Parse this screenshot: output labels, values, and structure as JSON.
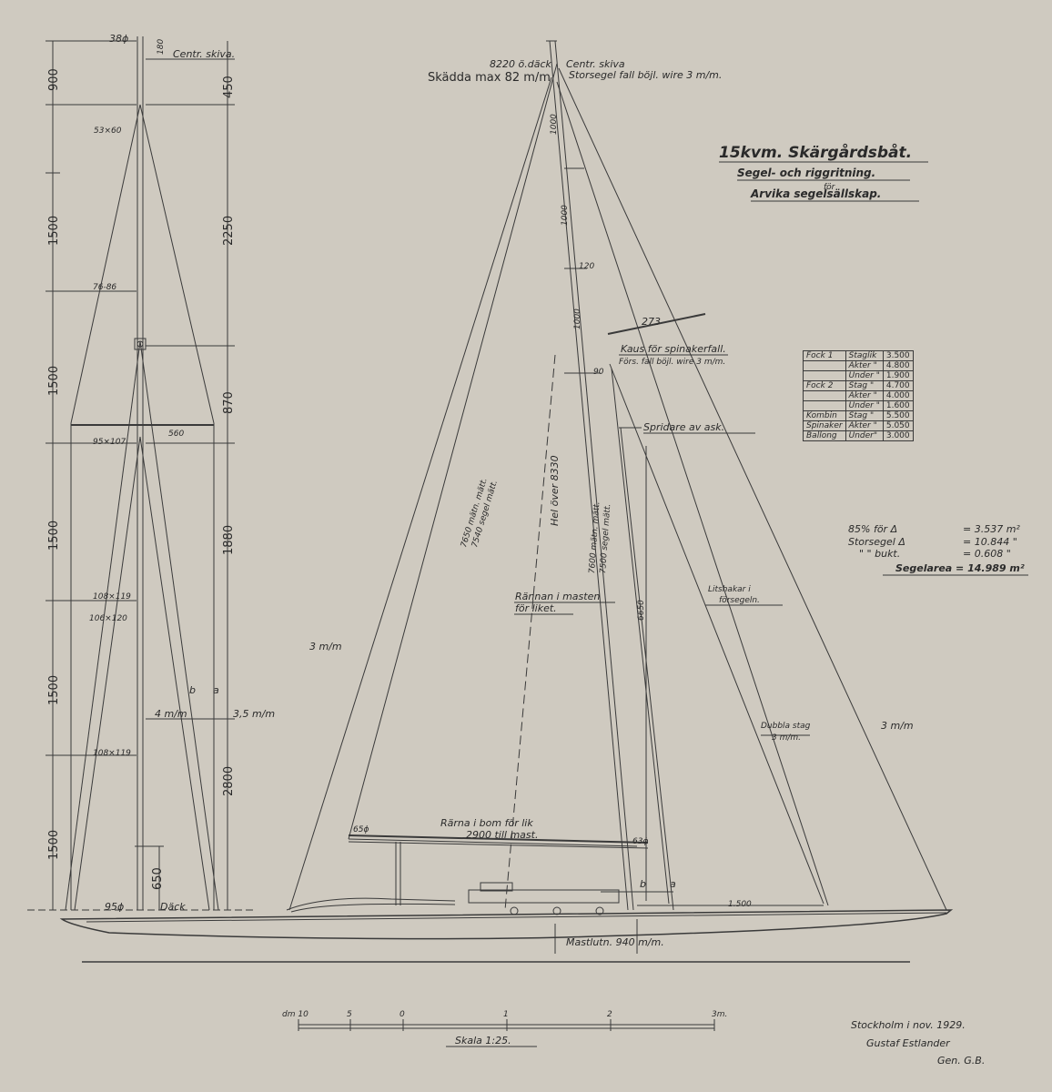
{
  "title": {
    "line1": "15kvm. Skärgårdsbåt.",
    "line2": "Segel- och riggritning.",
    "line3": "för",
    "line4": "Arvika segelsällskap."
  },
  "front_view": {
    "top_label": "38ϕ",
    "top_small": "180",
    "centr_skiva": "Centr. skiva.",
    "heights_left": [
      "900",
      "1500",
      "1500",
      "1500",
      "1500",
      "1500"
    ],
    "heights_right": [
      "450",
      "2250",
      "870",
      "1880",
      "2800",
      "650"
    ],
    "sections": [
      "53×60",
      "76-86",
      "95×107",
      "108×119",
      "106×120",
      "108×119"
    ],
    "spreader": "560",
    "wire_left": "4 m/m",
    "wire_right": "3,5 m/m",
    "mark_b": "b",
    "mark_a": "a",
    "base_dia": "95ϕ",
    "deck": "Däck"
  },
  "side_view": {
    "top1": "8220 ö.däck",
    "top2": "Centr. skiva",
    "top3": "Skädda max 82 m/m",
    "top4": "Storsegel fall böjl. wire 3 m/m.",
    "mast_dims": [
      "1000",
      "1000",
      "1000"
    ],
    "d120": "120",
    "d90": "90",
    "spreader_len": "273",
    "kaus": "Kaus för spinakerfall.",
    "fors_fall": "Förs. fall böjl. wire 3 m/m.",
    "spridare": "Spridare av ask.",
    "hel_over": "Hel över 8330",
    "luff1": "7650 mätn. mätt.",
    "luff2": "7540 segel mätt.",
    "fore1": "7600 mätn. mätt.",
    "fore2": "7500 segel mätt.",
    "d6650": "6650",
    "rannamast1": "Rännan i masten",
    "rannamast2": "för liket.",
    "litshakar1": "Litshakar i",
    "litshakar2": "försegeln.",
    "wire3_left": "3 m/m",
    "dubbla1": "Dubbla stag",
    "dubbla2": "3 m/m.",
    "wire3_right": "3 m/m",
    "boom_dia": "65ϕ",
    "boom1": "Rärna i bom för lik",
    "boom2": "2900 till mast.",
    "mast_dia": "63ϕ",
    "mark_b": "b",
    "mark_a": "a",
    "d1500": "1.500",
    "mastlutn": "Mastlutn. 940 m/m."
  },
  "sail_table": [
    {
      "a": "Fock 1",
      "b": "Staglik",
      "c": "3.500"
    },
    {
      "a": "",
      "b": "Akter \"",
      "c": "4.800"
    },
    {
      "a": "",
      "b": "Under \"",
      "c": "1.900"
    },
    {
      "a": "Fock 2",
      "b": "Stag \"",
      "c": "4.700"
    },
    {
      "a": "",
      "b": "Akter \"",
      "c": "4.000"
    },
    {
      "a": "",
      "b": "Under \"",
      "c": "1.600"
    },
    {
      "a": "Kombin",
      "b": "Stag \"",
      "c": "5.500"
    },
    {
      "a": "Spinaker",
      "b": "Akter \"",
      "c": "5.050"
    },
    {
      "a": "Ballong",
      "b": "Under\"",
      "c": "3.000"
    }
  ],
  "areas": {
    "r1_label": "85% för Δ",
    "r1_val": "= 3.537 m²",
    "r2_label": "Storsegel Δ",
    "r2_val": "= 10.844 \"",
    "r3_label": "\"  \"  bukt.",
    "r3_val": "= 0.608 \"",
    "total": "Segelarea = 14.989 m²"
  },
  "scale": {
    "ticks": [
      "dm 10",
      "5",
      "0",
      "1",
      "2",
      "3m."
    ],
    "label": "Skala 1:25."
  },
  "signature": {
    "line1": "Stockholm i nov. 1929.",
    "line2": "Gustaf Estlander",
    "line3": "Gen. G.B."
  }
}
